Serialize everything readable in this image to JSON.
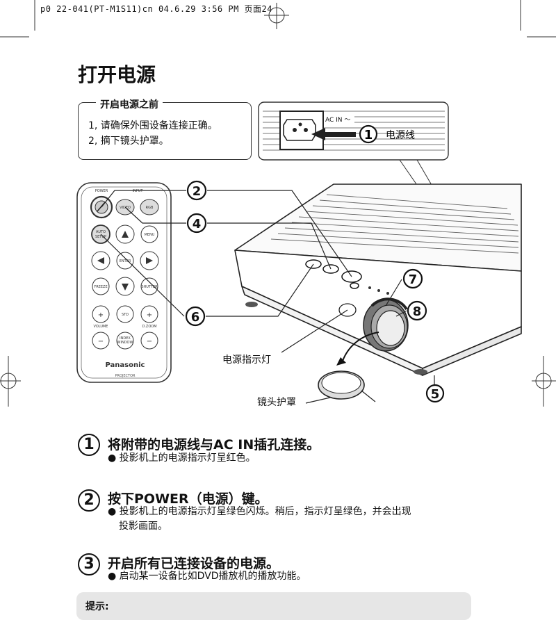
{
  "print_header": "p0 22-041(PT-M1S11)cn 04.6.29 3:56 PM 页面24",
  "title": "打开电源",
  "note": {
    "title": "开启电源之前",
    "items": [
      "1, 请确保外围设备连接正确。",
      "2, 摘下镜头护罩。"
    ]
  },
  "inset": {
    "ac_in_label": "AC IN ～",
    "power_cord_label": "电源线"
  },
  "remote": {
    "power": "POWER",
    "input": "INPUT",
    "video": "VIDEO",
    "rgb": "RGB",
    "auto_setup_1": "AUTO",
    "auto_setup_2": "SETUP",
    "menu": "MENU",
    "enter": "ENTER",
    "freeze": "FREEZE",
    "shutter": "SHUTTER",
    "std": "STD",
    "volume": "VOLUME",
    "d_zoom": "D.ZOOM",
    "index_1": "INDEX",
    "index_2": "WINDOW",
    "plus": "+",
    "minus": "−",
    "brand": "Panasonic",
    "model": "PROJECTOR"
  },
  "callouts": {
    "n1": "1",
    "n2": "2",
    "n4": "4",
    "n5": "5",
    "n6": "6",
    "n7": "7",
    "n8": "8",
    "power_indicator": "电源指示灯",
    "lens_cover": "镜头护罩"
  },
  "steps": [
    {
      "number": "1",
      "title": "将附带的电源线与AC IN插孔连接。",
      "bullets": [
        "● 投影机上的电源指示灯呈红色。"
      ]
    },
    {
      "number": "2",
      "title": "按下POWER（电源）键。",
      "bullets": [
        "● 投影机上的电源指示灯呈绿色闪烁。稍后，指示灯呈绿色，并会出现",
        "投影画面。"
      ]
    },
    {
      "number": "3",
      "title": "开启所有已连接设备的电源。",
      "bullets": [
        "● 启动某一设备比如DVD播放机的播放功能。"
      ]
    }
  ],
  "hint": {
    "title": "提示:"
  }
}
